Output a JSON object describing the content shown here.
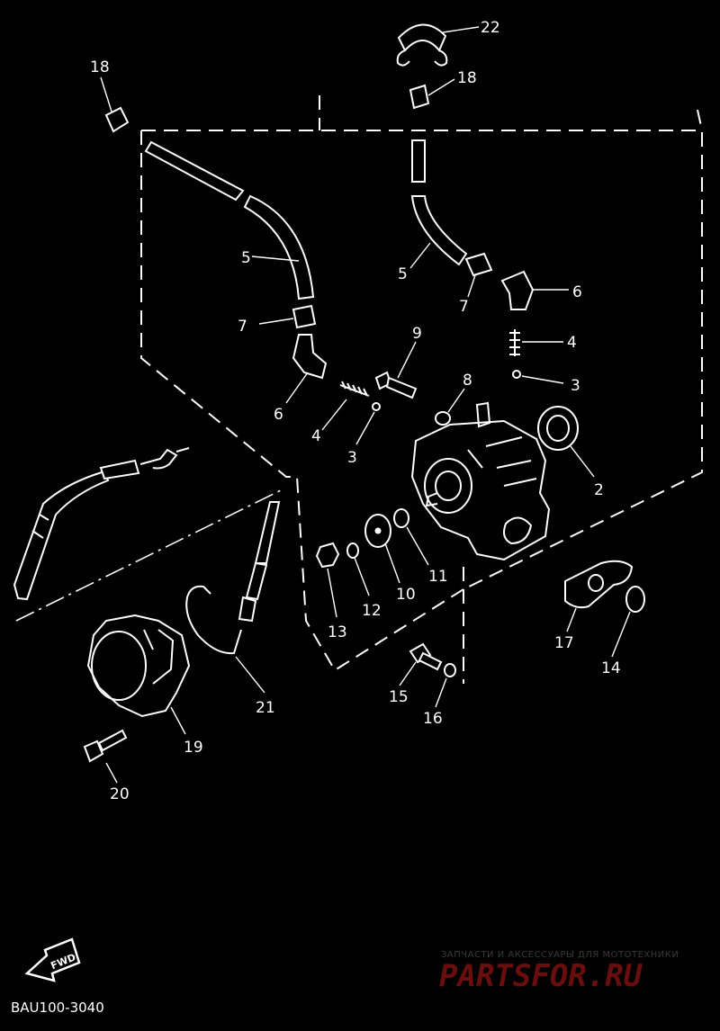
{
  "diagram": {
    "callouts": {
      "c22": "22",
      "c18a": "18",
      "c18b": "18",
      "c5a": "5",
      "c5b": "5",
      "c7a": "7",
      "c7b": "7",
      "c6a": "6",
      "c6b": "6",
      "c4a": "4",
      "c4b": "4",
      "c3a": "3",
      "c3b": "3",
      "c9": "9",
      "c8": "8",
      "c2": "2",
      "c10": "10",
      "c11": "11",
      "c12": "12",
      "c13": "13",
      "c14": "14",
      "c15": "15",
      "c16": "16",
      "c17": "17",
      "c19": "19",
      "c20": "20",
      "c21": "21"
    },
    "fwd_label": "FWD",
    "code": "BAU100-3040"
  },
  "watermark": {
    "tagline": "ЗАПЧАСТИ И АКСЕССУАРЫ ДЛЯ МОТОТЕХНИКИ",
    "logo": "PARTSFOR.RU"
  }
}
